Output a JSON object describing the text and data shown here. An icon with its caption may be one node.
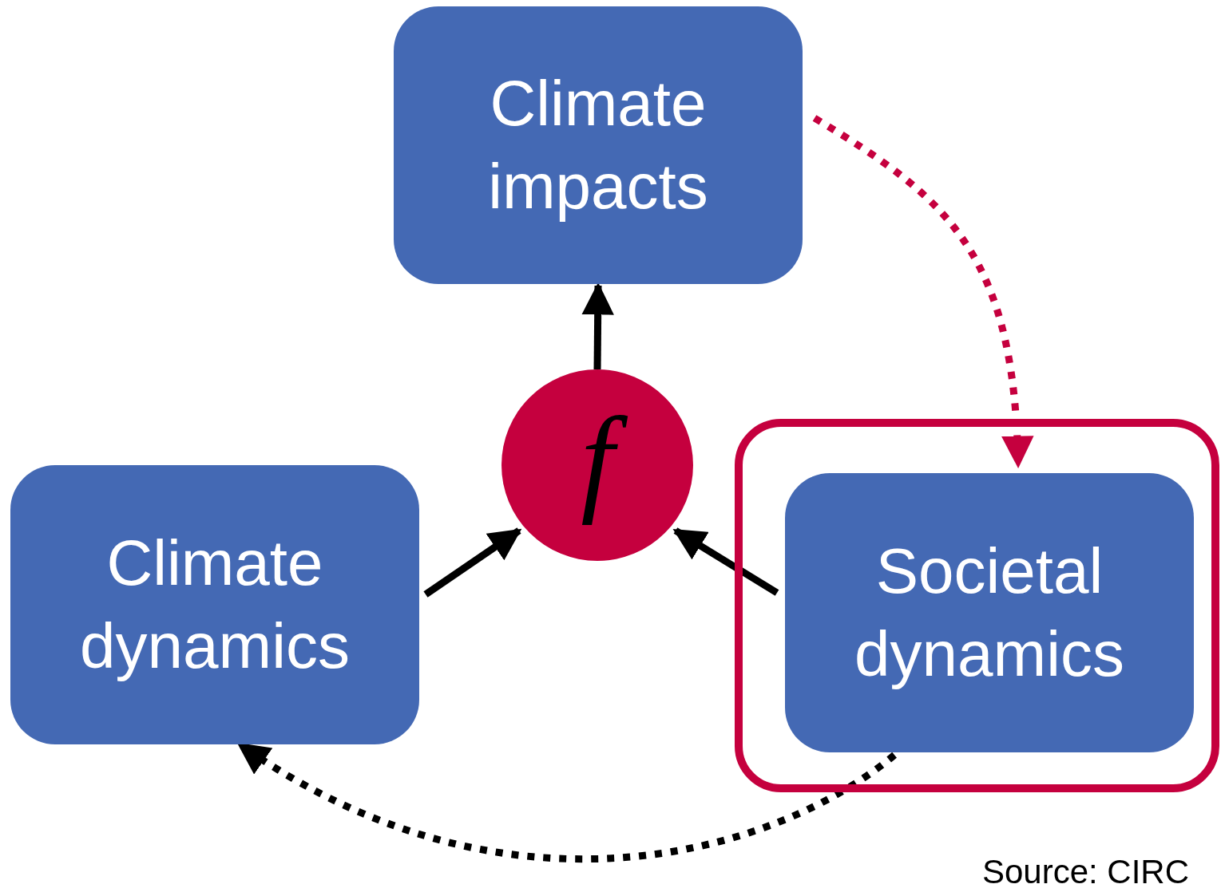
{
  "diagram": {
    "nodes": [
      {
        "text": [
          "Climate impacts"
        ]
      },
      {
        "text": [
          "f"
        ]
      },
      {
        "text": [
          "Climate dynamics"
        ]
      },
      {
        "text": [],
        "shape": "box"
      },
      {
        "text": [
          "Societal dynamics"
        ],
        "in": 3
      }
    ],
    "edges": [
      {
        "from": 1,
        "to": 0,
        "arrow": "to"
      },
      {
        "from": 2,
        "to": 1,
        "arrow": "to"
      },
      {
        "from": 4,
        "to": 1,
        "arrow": "to"
      },
      {
        "from": 0,
        "to": 4,
        "arrow": "to",
        "style": "dashed",
        "color": "#c5003e"
      },
      {
        "from": 4,
        "to": 2,
        "arrow": "to",
        "style": "dashed"
      }
    ],
    "labels": [
      "Source: CIRC"
    ]
  }
}
